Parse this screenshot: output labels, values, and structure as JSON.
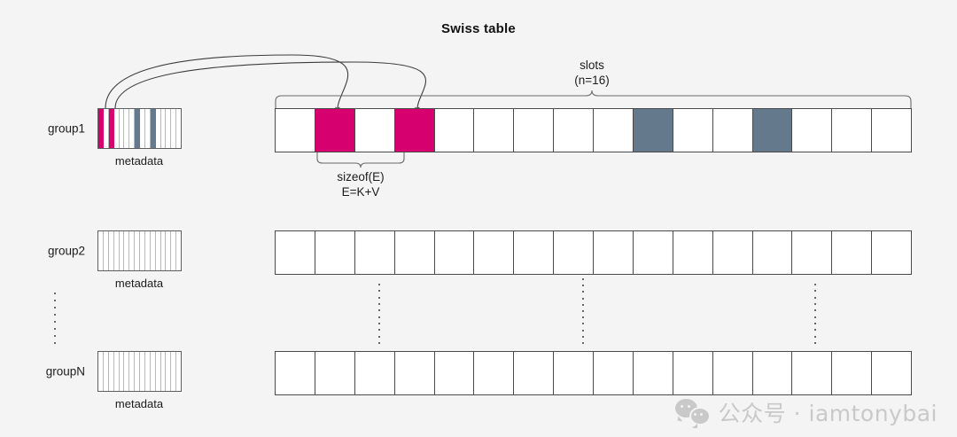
{
  "title": "Swiss table",
  "colors": {
    "background": "#f4f4f4",
    "pink": "#d6006e",
    "slate": "#64798c",
    "stroke": "#4a4a4a",
    "meta_divider": "#b9b9b9",
    "watermark": "#c9c9c9"
  },
  "annotations": {
    "slots_label_line1": "slots",
    "slots_label_line2": "(n=16)",
    "sizeof_line1": "sizeof(E)",
    "sizeof_line2": "E=K+V",
    "metadata_caption": "metadata"
  },
  "groups": [
    {
      "label": "group1",
      "metadata": {
        "cell_count": 16,
        "caption": "metadata",
        "cells": [
          "pink",
          "empty",
          "pink",
          "empty",
          "empty",
          "empty",
          "empty",
          "slate",
          "empty",
          "empty",
          "slate",
          "empty",
          "empty",
          "empty",
          "empty",
          "empty"
        ]
      },
      "slots": {
        "count": 16,
        "cells": [
          "empty",
          "pink",
          "empty",
          "pink",
          "empty",
          "empty",
          "empty",
          "empty",
          "empty",
          "slate",
          "empty",
          "empty",
          "slate",
          "empty",
          "empty",
          "empty"
        ]
      }
    },
    {
      "label": "group2",
      "metadata": {
        "cell_count": 16,
        "caption": "metadata",
        "cells": [
          "empty",
          "empty",
          "empty",
          "empty",
          "empty",
          "empty",
          "empty",
          "empty",
          "empty",
          "empty",
          "empty",
          "empty",
          "empty",
          "empty",
          "empty",
          "empty"
        ]
      },
      "slots": {
        "count": 16,
        "cells": [
          "empty",
          "empty",
          "empty",
          "empty",
          "empty",
          "empty",
          "empty",
          "empty",
          "empty",
          "empty",
          "empty",
          "empty",
          "empty",
          "empty",
          "empty",
          "empty"
        ]
      }
    },
    {
      "label": "groupN",
      "metadata": {
        "cell_count": 16,
        "caption": "metadata",
        "cells": [
          "empty",
          "empty",
          "empty",
          "empty",
          "empty",
          "empty",
          "empty",
          "empty",
          "empty",
          "empty",
          "empty",
          "empty",
          "empty",
          "empty",
          "empty",
          "empty"
        ]
      },
      "slots": {
        "count": 16,
        "cells": [
          "empty",
          "empty",
          "empty",
          "empty",
          "empty",
          "empty",
          "empty",
          "empty",
          "empty",
          "empty",
          "empty",
          "empty",
          "empty",
          "empty",
          "empty",
          "empty"
        ]
      }
    }
  ],
  "ellipsis": {
    "left_column_dots": "vertical-dots",
    "slot_column_dots": "vertical-dots"
  },
  "watermark": {
    "text": "公众号 · iamtonybai",
    "icon": "wechat-bubbles-icon"
  }
}
